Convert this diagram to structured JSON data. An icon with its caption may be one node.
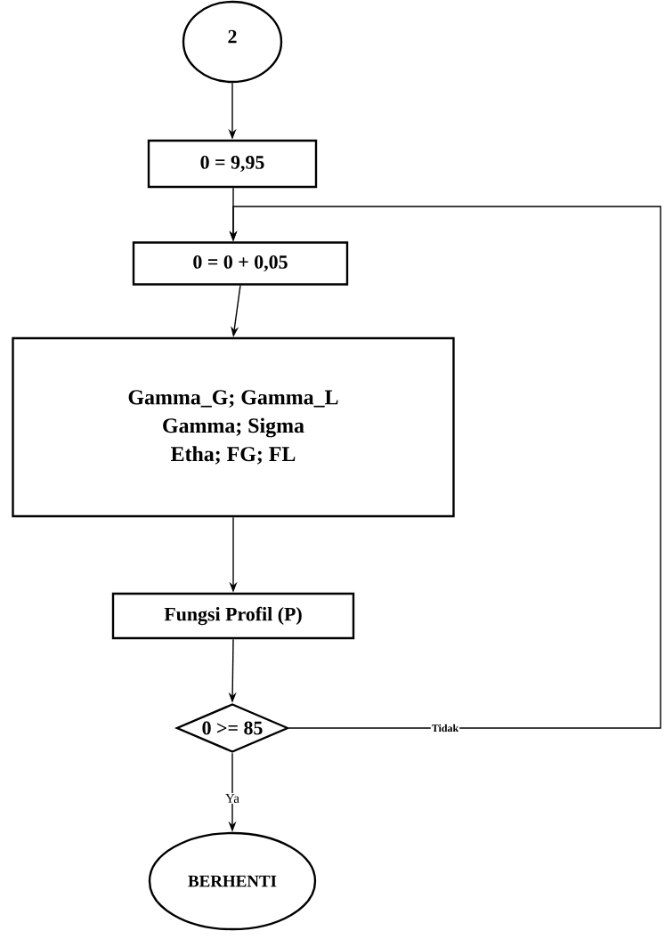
{
  "diagram": {
    "nodes": [
      {
        "text": [
          "2"
        ]
      },
      {
        "text": [
          "0 = 9,95"
        ]
      },
      {
        "text": [
          "0 = 0 + 0,05"
        ]
      },
      {
        "text": [
          "Gamma_G; Gamma_L",
          "Gamma; Sigma",
          "Etha; FG; FL"
        ]
      },
      {
        "text": [
          "Fungsi Profil (P)"
        ]
      },
      {
        "text": [
          "0 >= 85"
        ]
      },
      {
        "text": [
          "BERHENTI"
        ]
      }
    ],
    "edges": [
      {
        "from": 0,
        "to": 1,
        "arrow": "to"
      },
      {
        "from": 1,
        "to": 2,
        "arrow": "to"
      },
      {
        "from": 2,
        "to": 3,
        "arrow": "to"
      },
      {
        "from": 3,
        "to": 4,
        "arrow": "to"
      },
      {
        "from": 4,
        "to": 5,
        "arrow": "to"
      },
      {
        "from": 5,
        "to": 2,
        "arrow": "to",
        "label": "Tidak"
      },
      {
        "from": 5,
        "to": 6,
        "arrow": "to",
        "label": "Ya"
      }
    ]
  }
}
